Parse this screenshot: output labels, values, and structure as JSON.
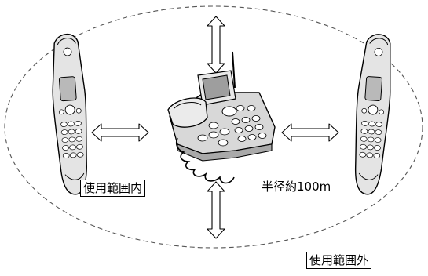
{
  "labels": {
    "inside_range": "使用範囲内",
    "radius": "半径約100m",
    "outside_range": "使用範囲外"
  },
  "icons": [
    "handset-icon",
    "base-phone-icon",
    "double-arrow-icon"
  ]
}
